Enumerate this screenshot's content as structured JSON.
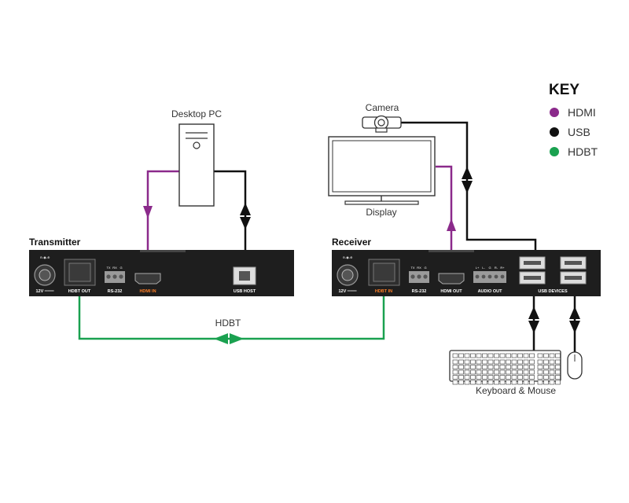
{
  "key": {
    "title": "KEY",
    "items": [
      {
        "label": "HDMI",
        "color": "#8b2a8b"
      },
      {
        "label": "USB",
        "color": "#111111"
      },
      {
        "label": "HDBT",
        "color": "#1aa150"
      }
    ]
  },
  "devices": {
    "desktop_pc": "Desktop PC",
    "camera": "Camera",
    "display": "Display",
    "keyboard_mouse": "Keyboard & Mouse"
  },
  "transmitter": {
    "title": "Transmitter",
    "ports": {
      "power": "12V ═══",
      "hdbt": "HDBT OUT",
      "rs232": "RS-232",
      "rs232_pins": [
        "TX",
        "RX",
        "G"
      ],
      "hdmi": "HDMI IN",
      "usb": "USB HOST"
    }
  },
  "receiver": {
    "title": "Receiver",
    "ports": {
      "power": "12V ═══",
      "hdbt": "HDBT IN",
      "rs232": "RS-232",
      "rs232_pins": [
        "TX",
        "RX",
        "G"
      ],
      "hdmi": "HDMI OUT",
      "audio": "AUDIO OUT",
      "audio_pins": [
        "L+",
        "L-",
        "G",
        "R-",
        "R+"
      ],
      "usb": "USB DEVICES"
    }
  },
  "links": {
    "hdbt_label": "HDBT"
  },
  "colors": {
    "hdmi": "#8b2a8b",
    "usb": "#111111",
    "hdbt": "#1aa150",
    "chassis": "#1e1e1e",
    "highlight_port_label": "#ff7f27"
  }
}
